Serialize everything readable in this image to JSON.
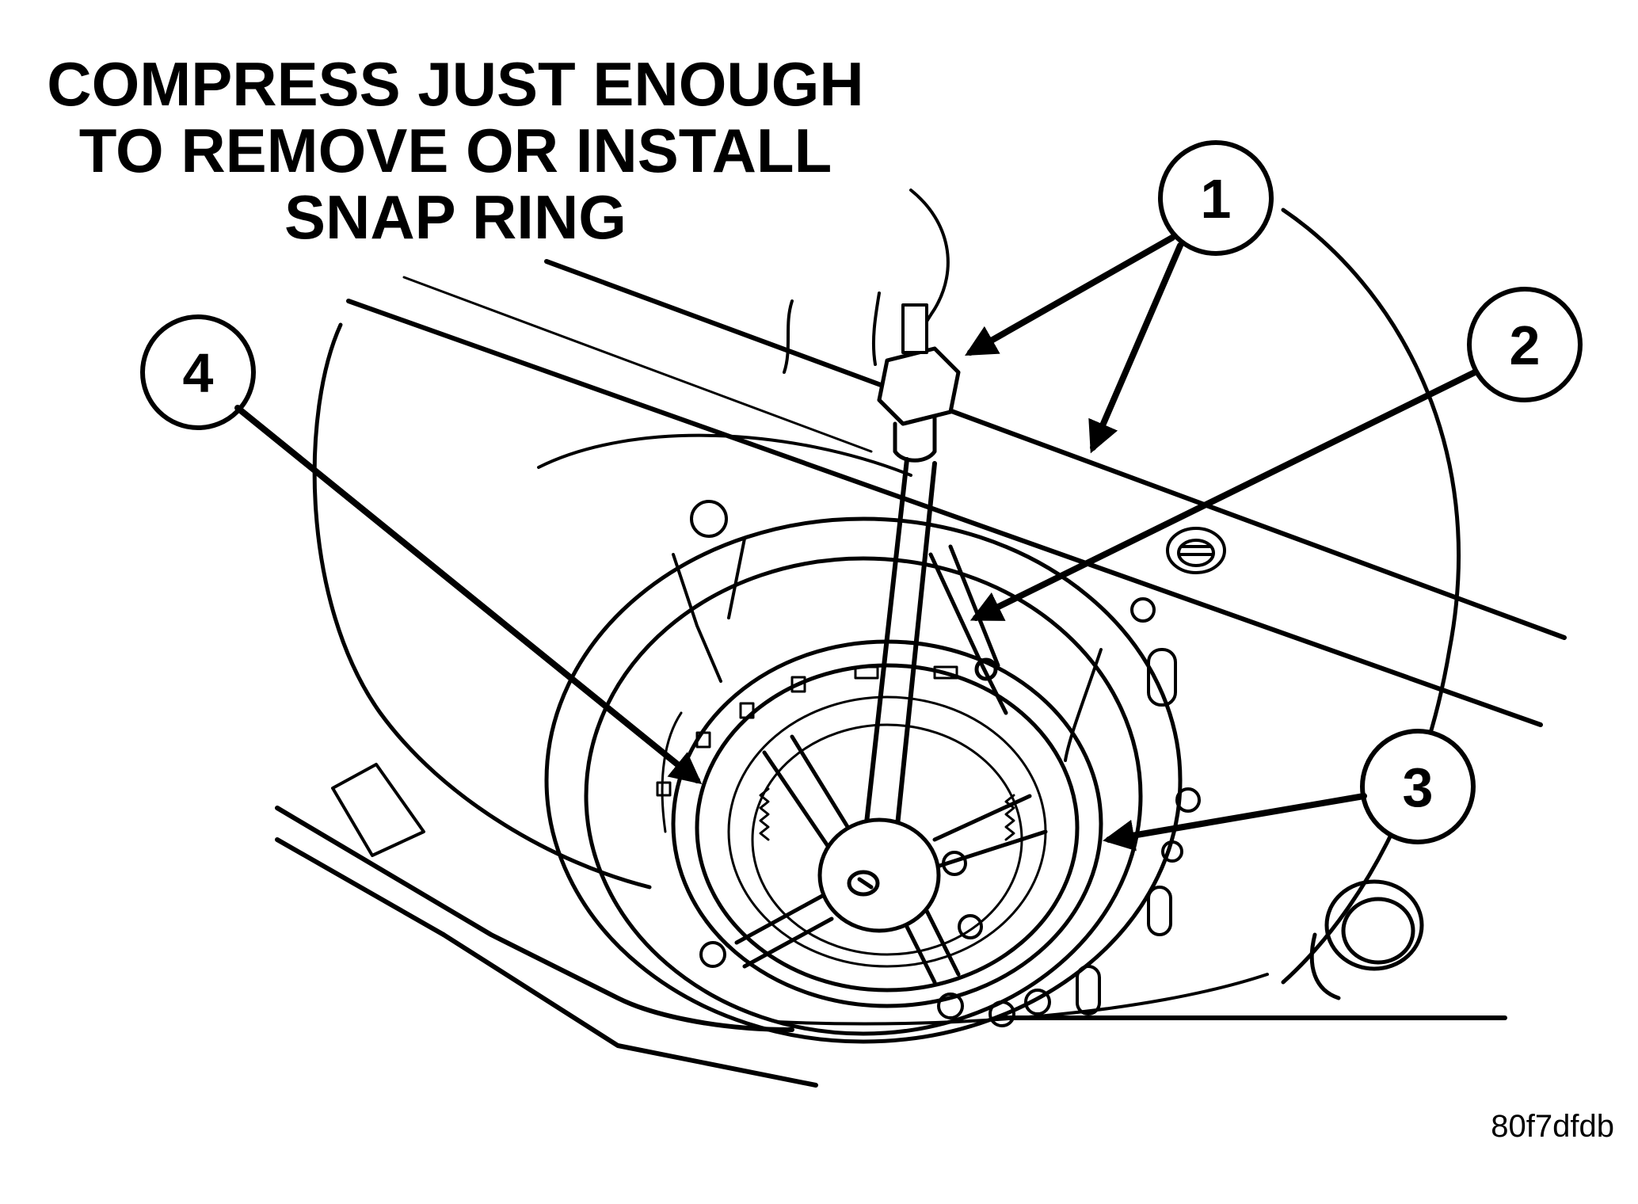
{
  "caption": {
    "lines": [
      "COMPRESS JUST ENOUGH",
      "TO REMOVE OR INSTALL",
      "SNAP RING"
    ]
  },
  "callouts": [
    {
      "label": "1"
    },
    {
      "label": "2"
    },
    {
      "label": "3"
    },
    {
      "label": "4"
    }
  ],
  "figure_code": "80f7dfdb",
  "colors": {
    "ink": "#000000",
    "paper": "#ffffff"
  }
}
